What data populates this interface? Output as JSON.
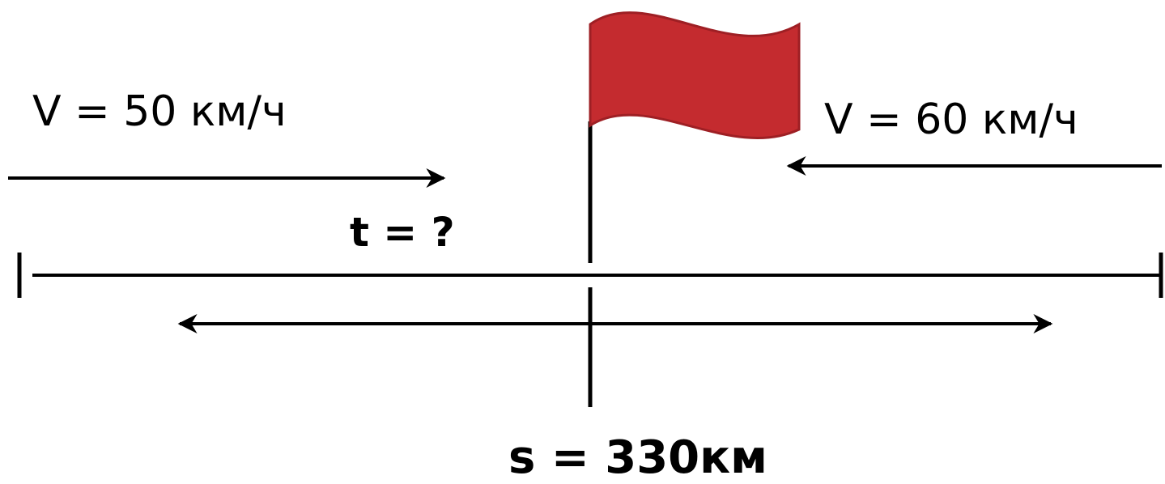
{
  "speed_left": "V = 50 км/ч",
  "speed_right": "V = 60 км/ч",
  "time": "t = ?",
  "distance": "s = 330км",
  "colors": {
    "flag": "#C42B2F",
    "flag_outline": "#9E1F24",
    "lines": "#000000"
  }
}
